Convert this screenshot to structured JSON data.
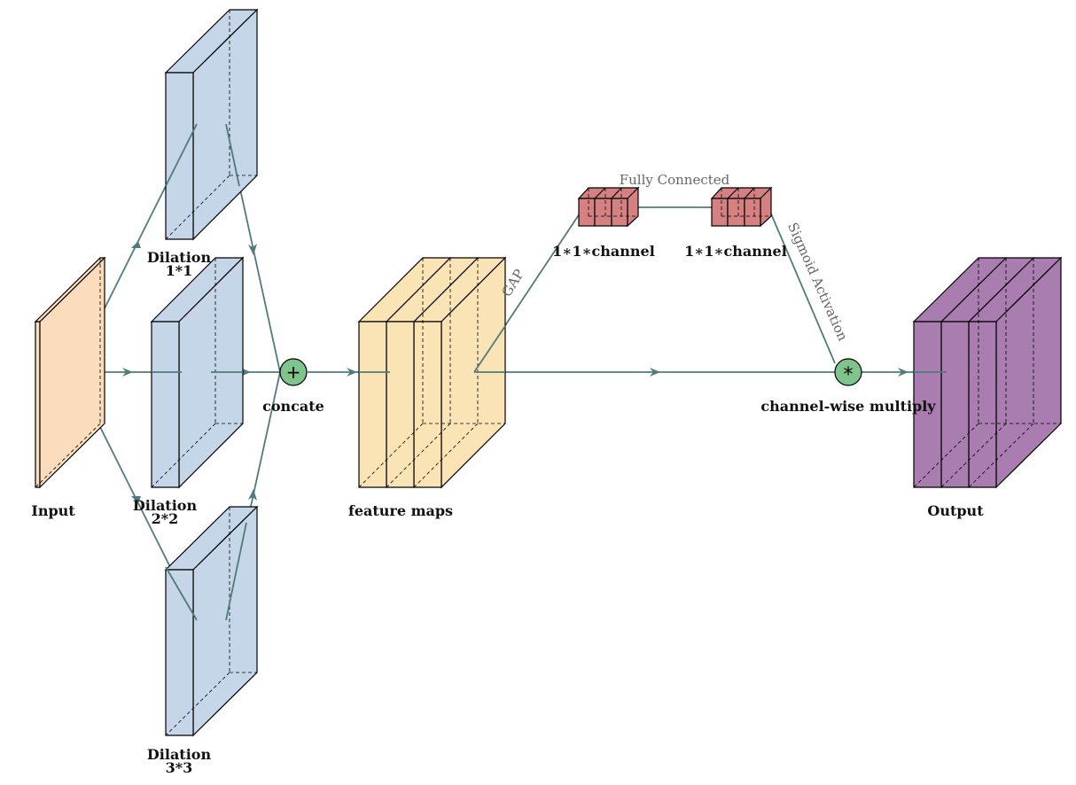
{
  "labels": {
    "input": "Input",
    "dilation1": [
      "Dilation",
      "1*1"
    ],
    "dilation2": [
      "Dilation",
      "2*2"
    ],
    "dilation3": [
      "Dilation",
      "3*3"
    ],
    "concate": "concate",
    "feature_maps": "feature maps",
    "gap": "GAP",
    "fully_connected": "Fully Connected",
    "fc1": "1∗1∗channel",
    "fc2": "1∗1∗channel",
    "sigmoid": "Sigmoid Activation",
    "multiply": "channel-wise multiply",
    "output": "Output"
  },
  "symbols": {
    "add": "+",
    "multiply": "*"
  },
  "colors": {
    "input": "#fbdcbc",
    "dilation": "#c5d6e9",
    "feature_maps": "#fae3b5",
    "fc": "#d58181",
    "output": "#a97daf",
    "op_node": "#7fc48c",
    "edge": "#4f7b78"
  }
}
